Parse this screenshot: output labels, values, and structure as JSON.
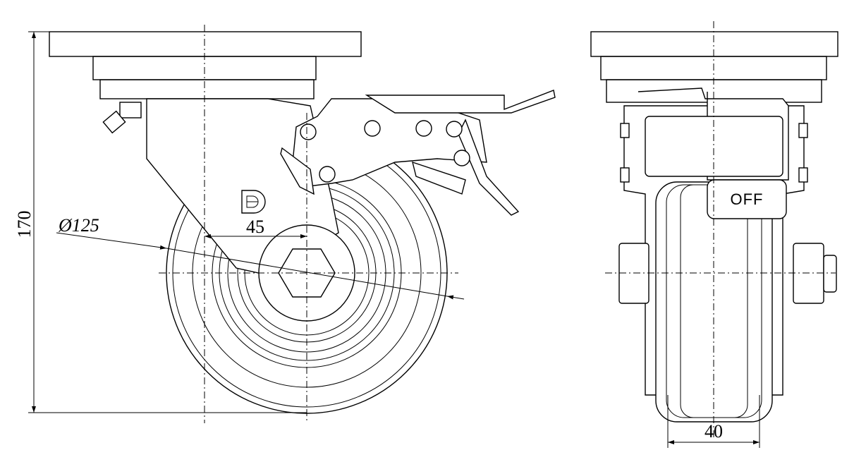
{
  "drawing": {
    "side_view": {
      "height_dimension": "170",
      "wheel_diameter_label": "Ø125",
      "swivel_offset_dimension": "45",
      "logo_text": "D"
    },
    "front_view": {
      "wheel_width_dimension": "40",
      "brake_label": "OFF"
    }
  }
}
